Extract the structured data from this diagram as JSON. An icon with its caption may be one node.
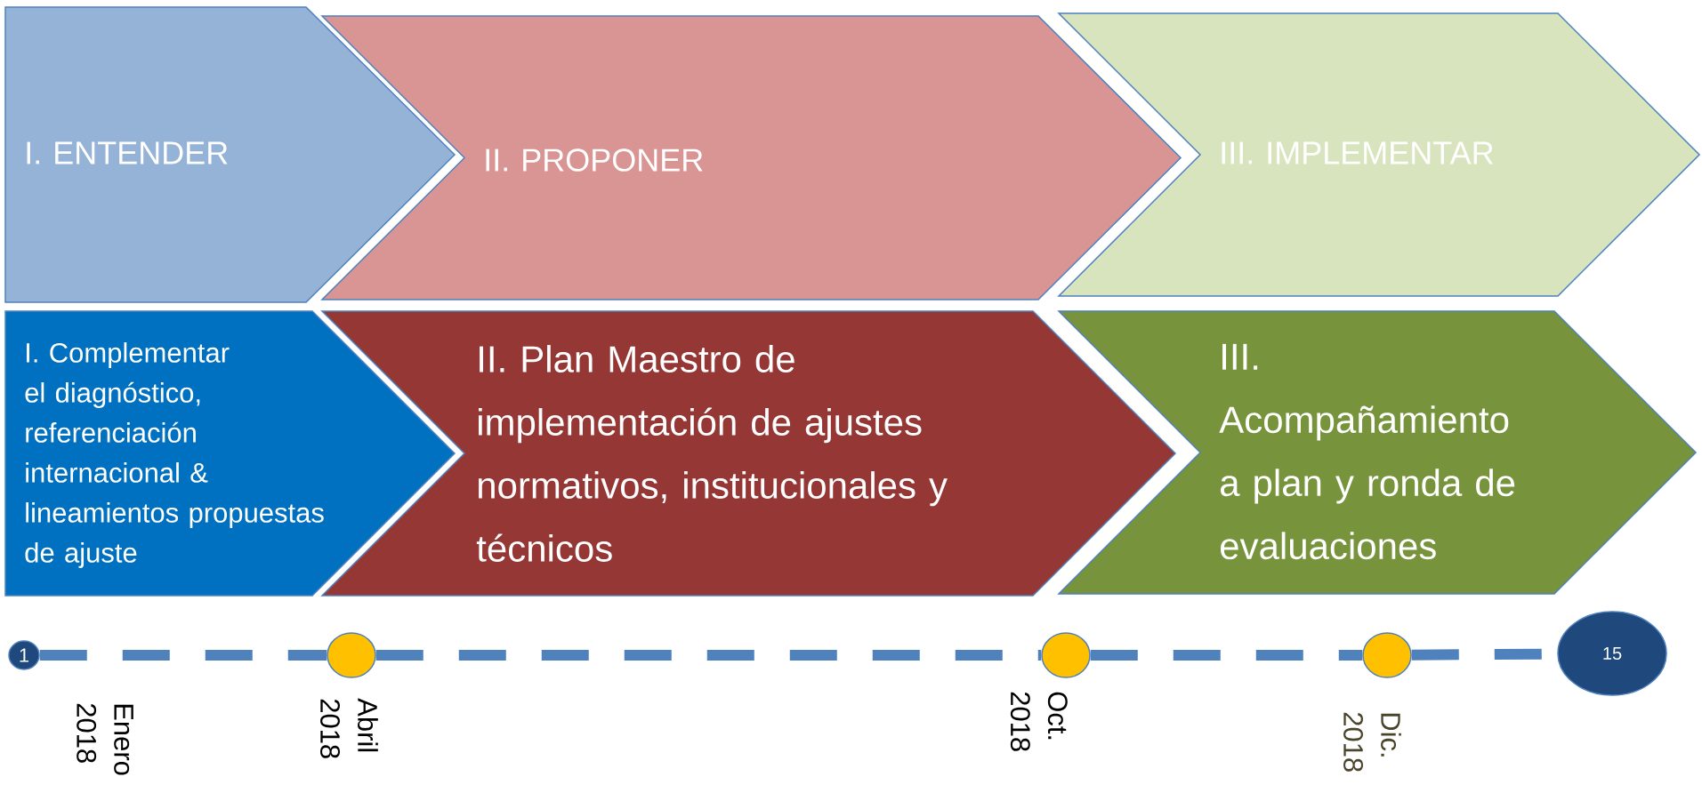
{
  "diagram": {
    "nodes": [
      {
        "text": [
          "I. ENTENDER"
        ]
      },
      {
        "text": [
          "II. PROPONER"
        ]
      },
      {
        "text": [
          "III. IMPLEMENTAR"
        ]
      },
      {
        "text": [
          "I. Complementar el diagnóstico, referenciación internacional & lineamientos propuestas de ajuste"
        ]
      },
      {
        "text": [
          "II. Plan Maestro de implementación de ajustes normativos, institucionales y técnicos"
        ]
      },
      {
        "text": [
          "III. Acompañamiento a plan y ronda de evaluaciones"
        ]
      },
      {
        "text": [
          "1"
        ],
        "beside": [
          "Enero 2018"
        ]
      },
      {
        "text": [],
        "shape": "circle",
        "beside": [
          "Abril 2018"
        ]
      },
      {
        "text": [],
        "shape": "circle",
        "beside": [
          "Oct. 2018"
        ]
      },
      {
        "text": [],
        "shape": "circle",
        "beside": [
          "Dic. 2018"
        ]
      },
      {
        "text": [
          "15"
        ]
      }
    ],
    "edges": [
      {
        "from": 6,
        "to": 7,
        "arrow": "none",
        "style": "dashed"
      },
      {
        "from": 7,
        "to": 8,
        "arrow": "none",
        "style": "dashed"
      },
      {
        "from": 8,
        "to": 9,
        "arrow": "none",
        "style": "dashed"
      },
      {
        "from": 9,
        "to": 10,
        "arrow": "none",
        "style": "dashed"
      }
    ]
  }
}
